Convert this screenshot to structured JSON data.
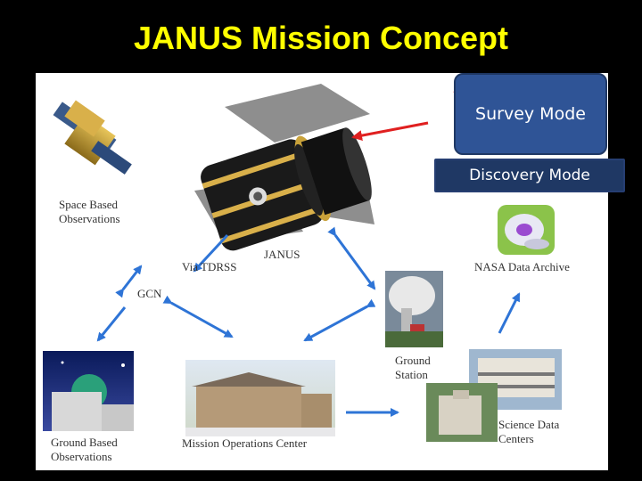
{
  "title": "JANUS Mission Concept",
  "modes": {
    "survey": "Survey Mode",
    "discovery": "Discovery Mode"
  },
  "labels": {
    "space_based": [
      "Space Based",
      "Observations"
    ],
    "janus": "JANUS",
    "tdrss": "Via TDRSS",
    "gcn": "GCN",
    "nasa_archive": "NASA Data Archive",
    "ground_station": [
      "Ground",
      "Station"
    ],
    "science_centers": [
      "Science Data",
      "Centers"
    ],
    "ground_based": [
      "Ground Based",
      "Observations"
    ],
    "mission_ops": "Mission Operations Center"
  },
  "colors": {
    "title": "#ffff00",
    "arrow": "#2e74d6",
    "signal": "#e02020",
    "mode_box": "#2f5496"
  }
}
